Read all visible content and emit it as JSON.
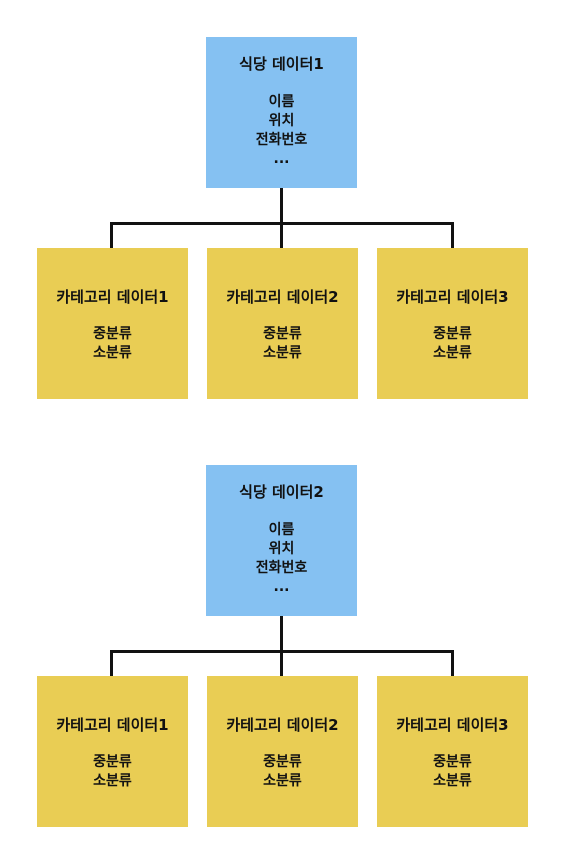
{
  "groups": [
    {
      "restaurant": {
        "title": "식당 데이터1",
        "fields": [
          "이름",
          "위치",
          "전화번호",
          "..."
        ]
      },
      "categories": [
        {
          "title": "카테고리 데이터1",
          "fields": [
            "중분류",
            "소분류"
          ]
        },
        {
          "title": "카테고리 데이터2",
          "fields": [
            "중분류",
            "소분류"
          ]
        },
        {
          "title": "카테고리 데이터3",
          "fields": [
            "중분류",
            "소분류"
          ]
        }
      ]
    },
    {
      "restaurant": {
        "title": "식당 데이터2",
        "fields": [
          "이름",
          "위치",
          "전화번호",
          "..."
        ]
      },
      "categories": [
        {
          "title": "카테고리 데이터1",
          "fields": [
            "중분류",
            "소분류"
          ]
        },
        {
          "title": "카테고리 데이터2",
          "fields": [
            "중분류",
            "소분류"
          ]
        },
        {
          "title": "카테고리 데이터3",
          "fields": [
            "중분류",
            "소분류"
          ]
        }
      ]
    }
  ],
  "colors": {
    "restaurant_box": "#85c1f2",
    "category_box": "#e9cd54",
    "connector": "#111111"
  }
}
